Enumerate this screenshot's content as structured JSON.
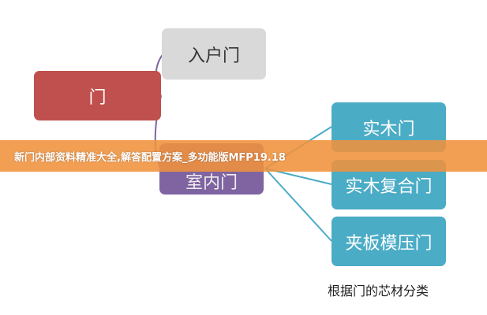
{
  "diagram": {
    "root": "门",
    "level1": [
      "入户门",
      "室内门"
    ],
    "level2": [
      "实木门",
      "实木复合门",
      "夹板模压门"
    ],
    "caption": "根据门的芯材分类",
    "colors": {
      "root": "#c0504d",
      "entry": "#d9d9d9",
      "interior": "#8064a2",
      "leaf": "#4bacc6",
      "line_purple": "#8064a2",
      "line_teal": "#4bacc6"
    }
  },
  "banner": {
    "text": "新门内部资料精准大全,解答配置方案_多功能版MFP19.18"
  }
}
